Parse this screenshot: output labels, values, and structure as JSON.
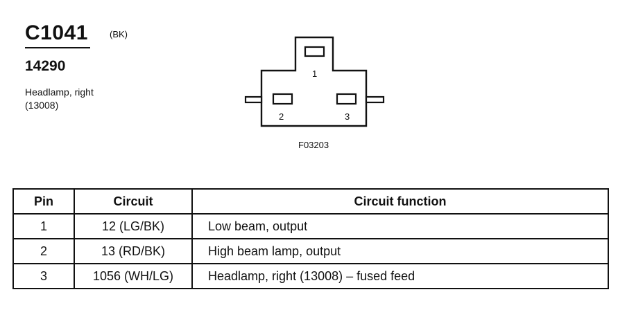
{
  "header": {
    "connector_id": "C1041",
    "color_code": "(BK)",
    "part_number": "14290",
    "description_line1": "Headlamp, right",
    "description_line2": "(13008)"
  },
  "diagram": {
    "pin_labels": [
      "1",
      "2",
      "3"
    ],
    "figure_id": "F03203"
  },
  "table": {
    "headers": [
      "Pin",
      "Circuit",
      "Circuit function"
    ],
    "rows": [
      {
        "pin": "1",
        "circuit": "12 (LG/BK)",
        "function": "Low beam, output"
      },
      {
        "pin": "2",
        "circuit": "13 (RD/BK)",
        "function": "High beam lamp, output"
      },
      {
        "pin": "3",
        "circuit": "1056 (WH/LG)",
        "function": "Headlamp, right (13008) – fused feed"
      }
    ]
  }
}
